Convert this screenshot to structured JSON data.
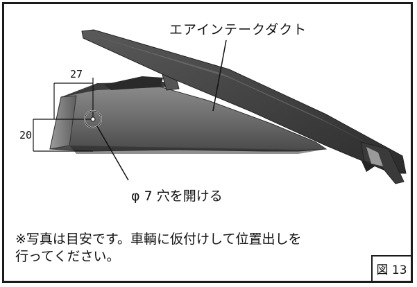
{
  "figure": {
    "intake_label": "エアインテークダクト",
    "hole_label": "φ 7 穴を開ける",
    "dimension_horizontal": "27",
    "dimension_vertical": "20",
    "note_lines": [
      "※写真は目安です。車輌に仮付けして位置出しを",
      "行ってください。"
    ],
    "figure_number": "図 13"
  }
}
